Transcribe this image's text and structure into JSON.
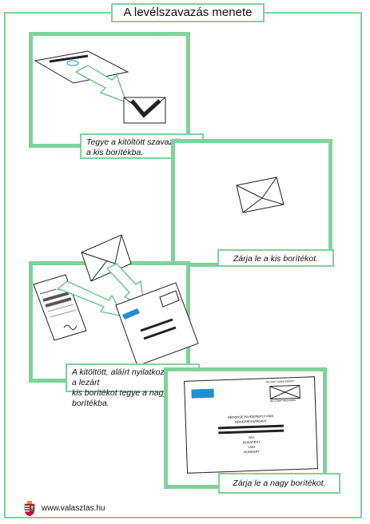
{
  "title": "A levélszavazás menete",
  "accent_color": "#7fd29a",
  "blue_label_color": "#1f8fd1",
  "steps": [
    {
      "caption_lines": [
        "Tegye a kitöltött szavazólapot",
        "a kis borítékba."
      ]
    },
    {
      "caption_lines": [
        "Zárja le a kis borítékot."
      ]
    },
    {
      "caption_lines": [
        "A kitöltött, aláírt nyilatkozatot és a lezárt",
        "kis borítékot tegye a nagy borítékba."
      ]
    },
    {
      "caption_lines": [
        "Zárja le a nagy borítékot."
      ]
    }
  ],
  "envelope_large": {
    "stamp_label_1": "NE VAGY AJÁNLÁSKÉNT",
    "stamp_label_2": "NO STAMP REQUIRED",
    "reply_line_1": "RÉPONSE PAYÉE/REPLY PAID",
    "reply_line_2": "HONGRIE/HUNGARY",
    "address_lines": [
      "NVI",
      "BUDAPEST",
      "1553",
      "HUNGARY"
    ]
  },
  "footer": {
    "url": "www.valasztas.hu",
    "logo_icon": "hungarian-coat-of-arms-icon"
  }
}
